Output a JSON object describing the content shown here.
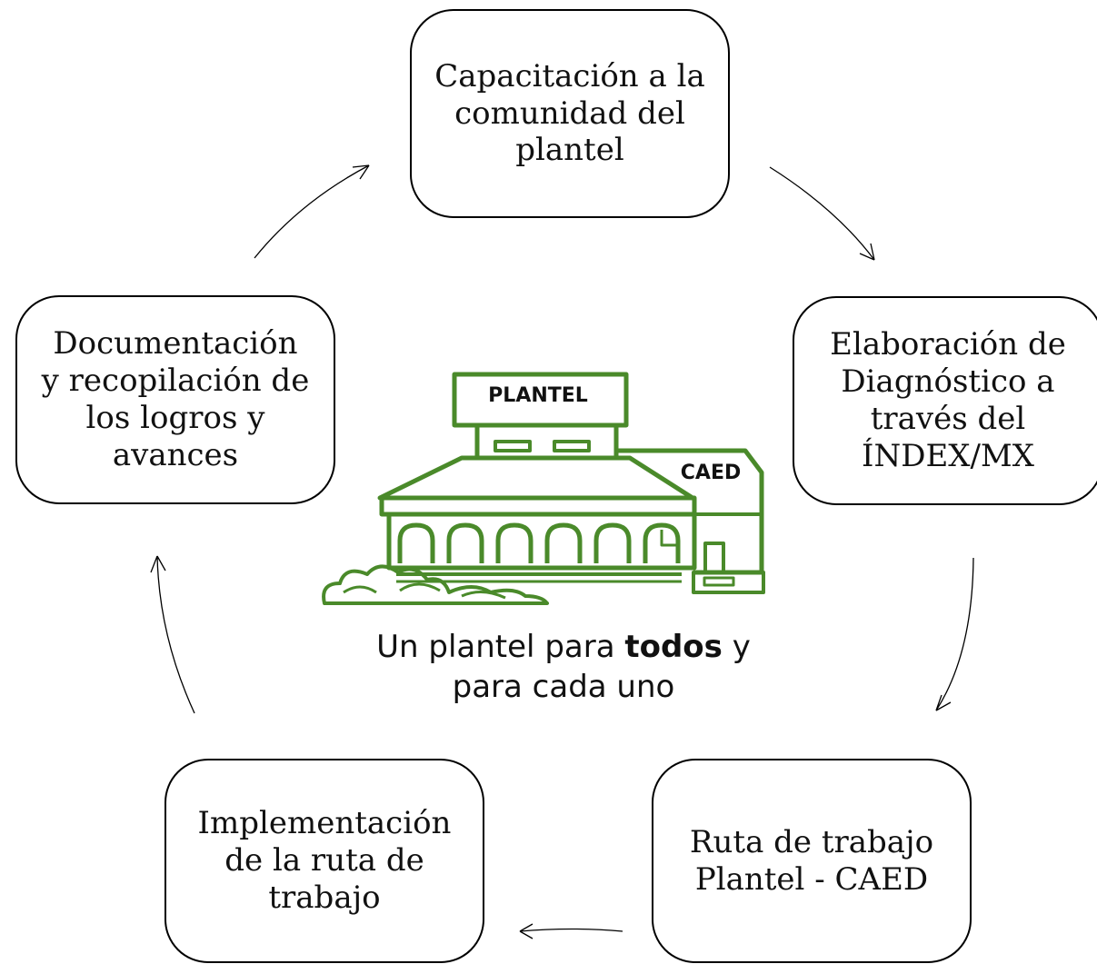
{
  "steps": [
    {
      "lines": [
        "Capacitación a la",
        "comunidad del",
        "plantel"
      ]
    },
    {
      "lines": [
        "Elaboración de",
        "Diagnóstico a",
        "través del",
        "ÍNDEX/MX"
      ]
    },
    {
      "lines": [
        "Ruta de trabajo",
        "Plantel - CAED"
      ]
    },
    {
      "lines": [
        "Implementación",
        "de la ruta de",
        "trabajo"
      ]
    },
    {
      "lines": [
        "Documentación",
        "y recopilación de",
        "los logros y",
        "avances"
      ]
    }
  ],
  "illustration": {
    "main_sign": "PLANTEL",
    "side_sign": "CAED",
    "color": "#4a8a2a"
  },
  "caption": {
    "part1": "Un plantel para ",
    "bold": "todos",
    "part2": " y",
    "line2": "para cada uno"
  },
  "colors": {
    "stroke": "#000000",
    "building": "#4a8a2a"
  }
}
